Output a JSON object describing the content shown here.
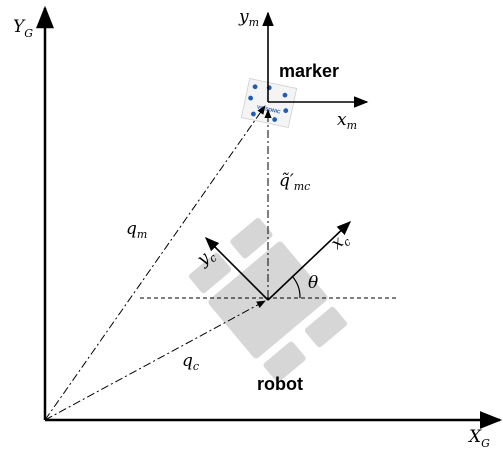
{
  "global_frame": {
    "x_axis": {
      "base": "X",
      "sub": "G"
    },
    "y_axis": {
      "base": "Y",
      "sub": "G"
    }
  },
  "marker_frame": {
    "x_axis": {
      "base": "x",
      "sub": "m"
    },
    "y_axis": {
      "base": "y",
      "sub": "m"
    },
    "label": "marker",
    "tag_text": "VIRSONIC"
  },
  "robot_frame": {
    "x_axis": {
      "base": "x",
      "sub": "c"
    },
    "y_axis": {
      "base": "y",
      "sub": "c"
    },
    "label": "robot",
    "angle": "θ"
  },
  "vectors": {
    "q_m": {
      "base": "q",
      "sub": "m"
    },
    "q_c": {
      "base": "q",
      "sub": "c"
    },
    "q_mc": {
      "base": "q̃′",
      "sub": "mc"
    }
  },
  "colors": {
    "ink": "#000000",
    "robot_gray": "#d6d6d6",
    "marker_blue": "#1e5db3"
  }
}
